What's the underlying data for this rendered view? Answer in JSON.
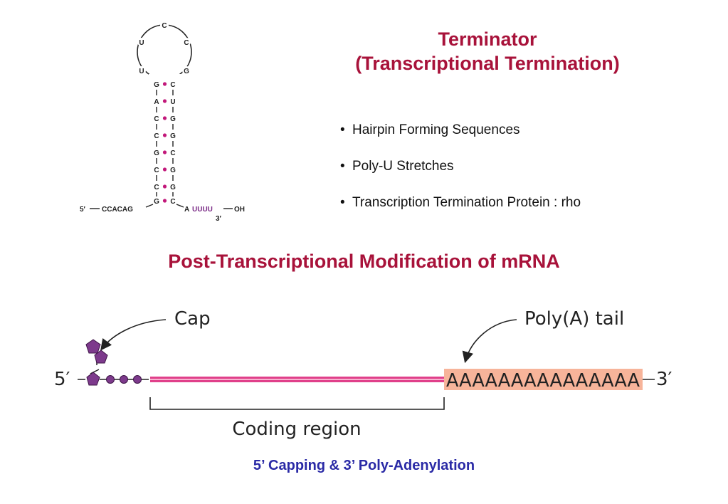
{
  "terminator": {
    "title_line1": "Terminator",
    "title_line2": "(Transcriptional Termination)",
    "bullets": [
      "Hairpin Forming Sequences",
      "Poly-U Stretches",
      "Transcription Termination Protein : rho"
    ]
  },
  "hairpin": {
    "loop_left": [
      "U",
      "U"
    ],
    "loop_top": "C",
    "loop_right": [
      "C",
      "G"
    ],
    "stem_left": [
      "G",
      "A",
      "C",
      "C",
      "G",
      "C",
      "C",
      "G"
    ],
    "stem_right": [
      "C",
      "U",
      "G",
      "G",
      "C",
      "G",
      "G",
      "C"
    ],
    "five_prime": "5′",
    "five_seq": "CCACAG",
    "three_start": "A",
    "poly_u": "UUUU",
    "oh": "OH",
    "three_prime": "3′",
    "pair_dot_color": "#c2187a",
    "poly_u_color": "#7a2a86"
  },
  "section_title": "Post-Transcriptional Modification of mRNA",
  "mrna": {
    "cap_label": "Cap",
    "polya_label": "Poly(A) tail",
    "five_prime": "5′",
    "three_prime": "3′",
    "polya_seq": "AAAAAAAAAAAAAAA",
    "coding_label": "Coding region",
    "body_color": "#e0408a",
    "cap_color": "#7d3a8c",
    "tail_color": "#f7b49a"
  },
  "caption": "5’ Capping & 3’ Poly-Adenylation"
}
